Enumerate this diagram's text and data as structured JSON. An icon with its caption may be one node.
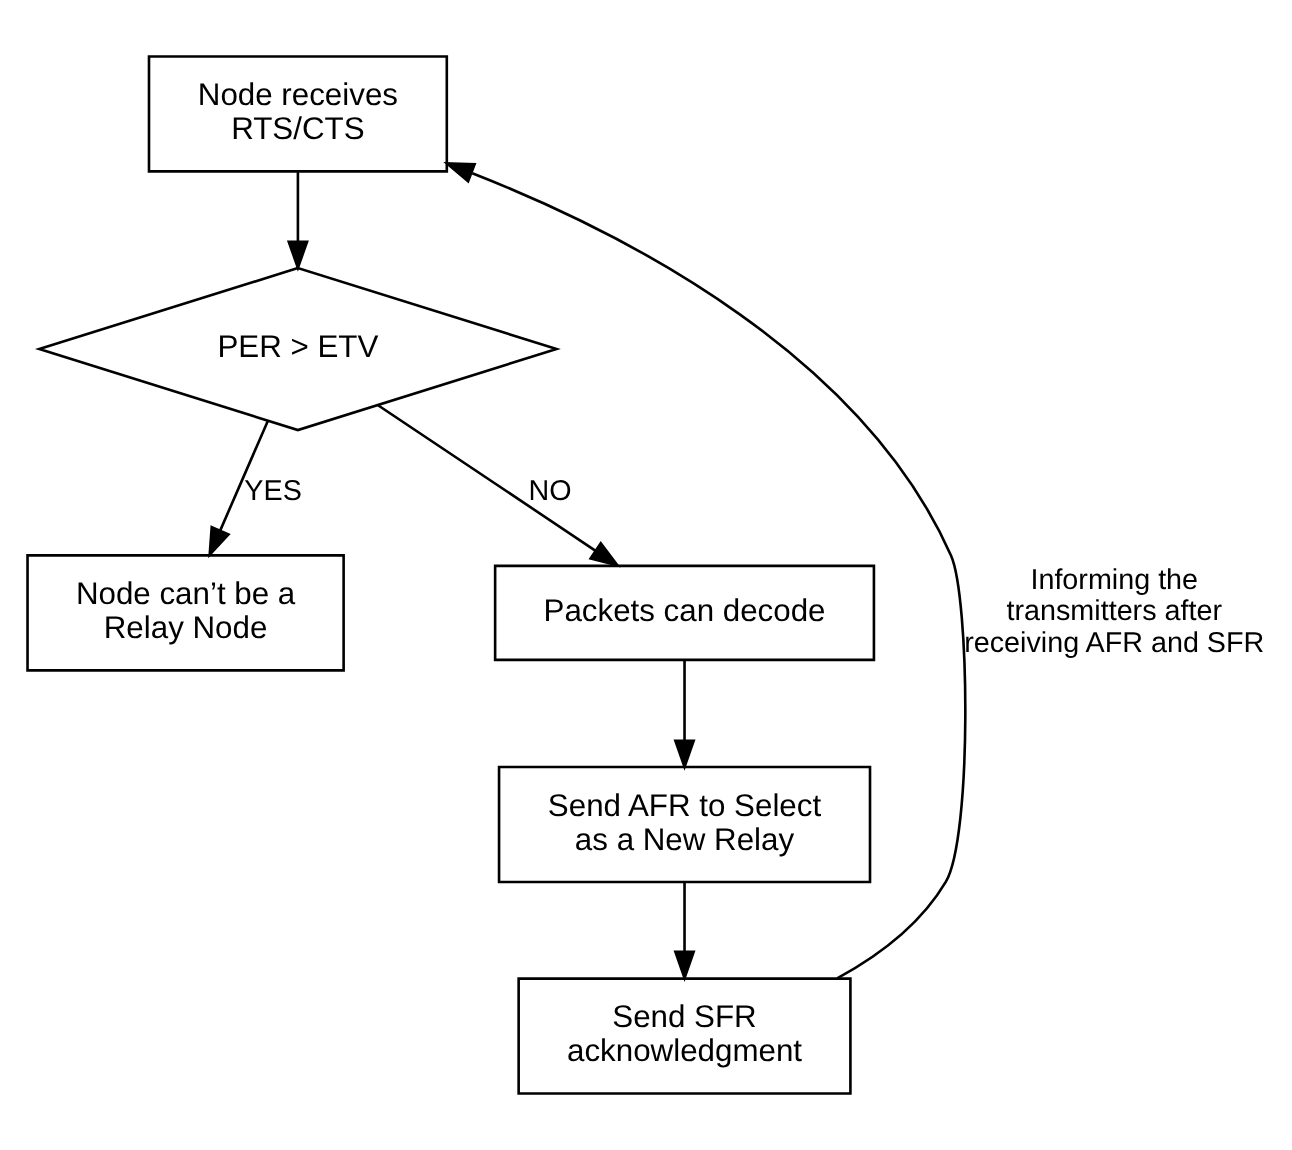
{
  "diagram": {
    "nodes": [
      {
        "text": [
          "Node receives RTS/CTS"
        ]
      },
      {
        "text": [
          "PER > ETV"
        ]
      },
      {
        "text": [
          "Node can’t be a Relay Node"
        ]
      },
      {
        "text": [
          "Packets can decode"
        ]
      },
      {
        "text": [
          "Send AFR to Select as a New Relay"
        ]
      },
      {
        "text": [
          "Send SFR acknowledgment"
        ]
      }
    ],
    "edges": [
      {
        "from": 0,
        "to": 1,
        "arrow": "to"
      },
      {
        "from": 1,
        "to": 2,
        "arrow": "to",
        "label": "YES"
      },
      {
        "from": 1,
        "to": 3,
        "arrow": "to",
        "label": "NO"
      },
      {
        "from": 3,
        "to": 4,
        "arrow": "to"
      },
      {
        "from": 4,
        "to": 5,
        "arrow": "to"
      },
      {
        "from": 5,
        "to": 0,
        "arrow": "to",
        "label": "Informing the transmitters after receiving AFR and SFR"
      }
    ]
  }
}
